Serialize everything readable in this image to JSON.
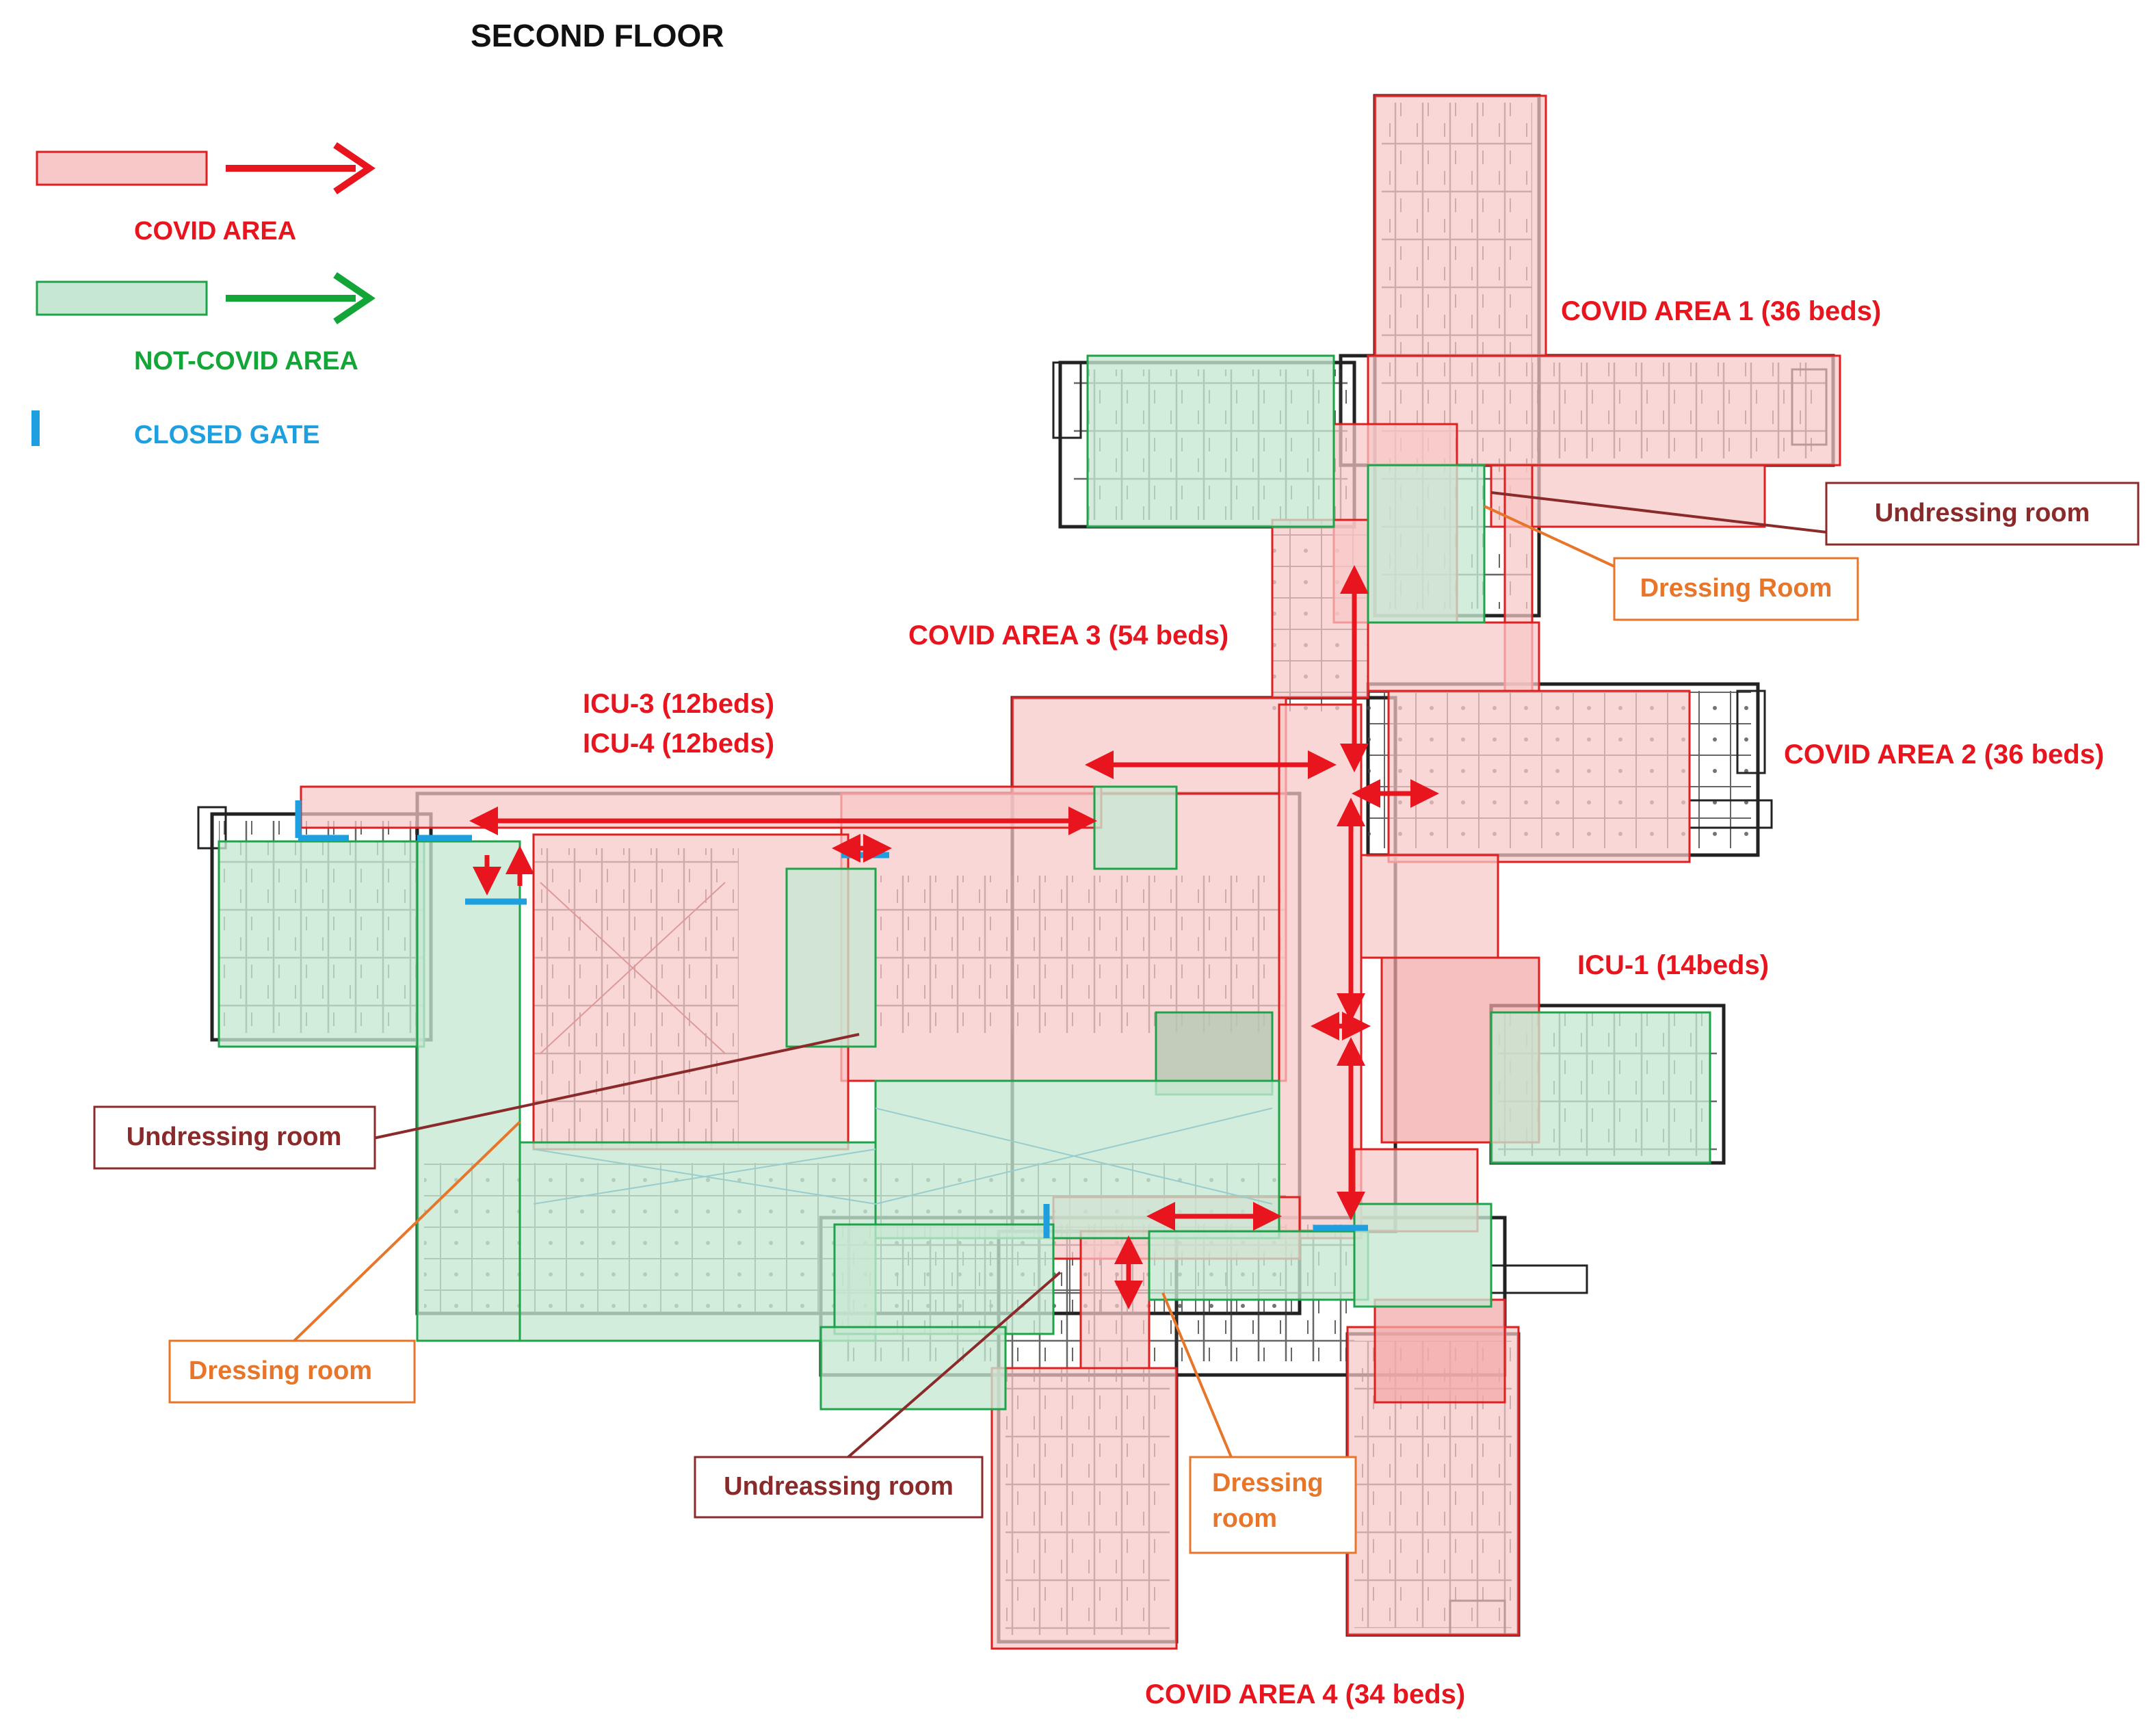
{
  "title": "SECOND FLOOR",
  "legend": {
    "covid": "COVID AREA",
    "non_covid": "NOT-COVID AREA",
    "closed_gate": "CLOSED GATE"
  },
  "areas": {
    "covid1": "COVID AREA 1 (36 beds)",
    "covid2": "COVID AREA 2 (36 beds)",
    "covid3": "COVID AREA 3 (54 beds)",
    "covid4": "COVID AREA 4 (34 beds)",
    "icu34_line1": "ICU-3 (12beds)",
    "icu34_line2": "ICU-4 (12beds)",
    "icu1": "ICU-1 (14beds)"
  },
  "callouts": {
    "undressing_ne": "Undressing room",
    "dressing_ne": "Dressing Room",
    "undressing_w": "Undressing room",
    "dressing_w": "Dressing room",
    "undreassing_s": "Undreassing room",
    "dressing_s_line1": "Dressing",
    "dressing_s_line2": "room"
  },
  "colors": {
    "covid_fill": "#f8c8c8",
    "covid_stroke": "#e02020",
    "non_covid_fill": "#c6e8d2",
    "non_covid_stroke": "#1fa34a",
    "covid_text": "#e8141e",
    "non_covid_text": "#13a538",
    "gate": "#1ea0e0",
    "callout_dark": "#8b2a2a",
    "callout_orange": "#e8762a",
    "wall": "#222222"
  }
}
